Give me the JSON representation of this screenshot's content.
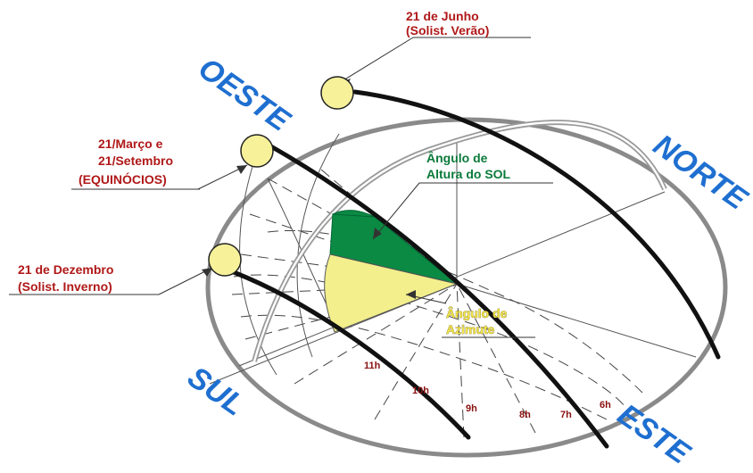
{
  "labels": {
    "junho_line1": "21 de Junho",
    "junho_line2": "(Solist. Verão)",
    "equinox_line1": "21/Março e",
    "equinox_line2": "21/Setembro",
    "equinox_line3": "(EQUINÓCIOS)",
    "dezembro_line1": "21 de Dezembro",
    "dezembro_line2": "(Solist. Inverno)",
    "altura_line1": "Ângulo de",
    "altura_line2": "Altura do SOL",
    "azimute_line1": "Ângulo de",
    "azimute_line2": "Azimute"
  },
  "cardinals": {
    "oeste": "OESTE",
    "norte": "NORTE",
    "sul": "SUL",
    "este": "ESTE"
  },
  "hours": [
    "11h",
    "10h",
    "9h",
    "8h",
    "7h",
    "6h"
  ],
  "colors": {
    "cardinal": "#1e6fd0",
    "label_red": "#b01818",
    "altitude_fill": "#0b8a44",
    "azimuth_fill": "#f3ef8c",
    "sun_fill": "#f7f19a"
  }
}
